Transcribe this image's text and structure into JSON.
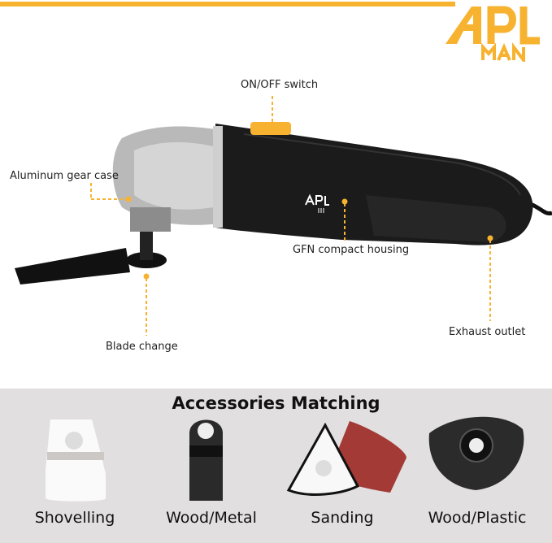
{
  "brand": {
    "logo_top": "APL",
    "logo_bottom": "MAN",
    "accent_color": "#f7b330"
  },
  "callouts": {
    "switch": "ON/OFF switch",
    "gear_case": "Aluminum gear case",
    "housing": "GFN compact housing",
    "exhaust": "Exhaust outlet",
    "blade": "Blade change"
  },
  "product_logo": {
    "top": "APL",
    "bottom": "MAN"
  },
  "accessories": {
    "title": "Accessories Matching",
    "items": [
      {
        "label": "Shovelling"
      },
      {
        "label": "Wood/Metal"
      },
      {
        "label": "Sanding"
      },
      {
        "label": "Wood/Plastic"
      }
    ]
  }
}
